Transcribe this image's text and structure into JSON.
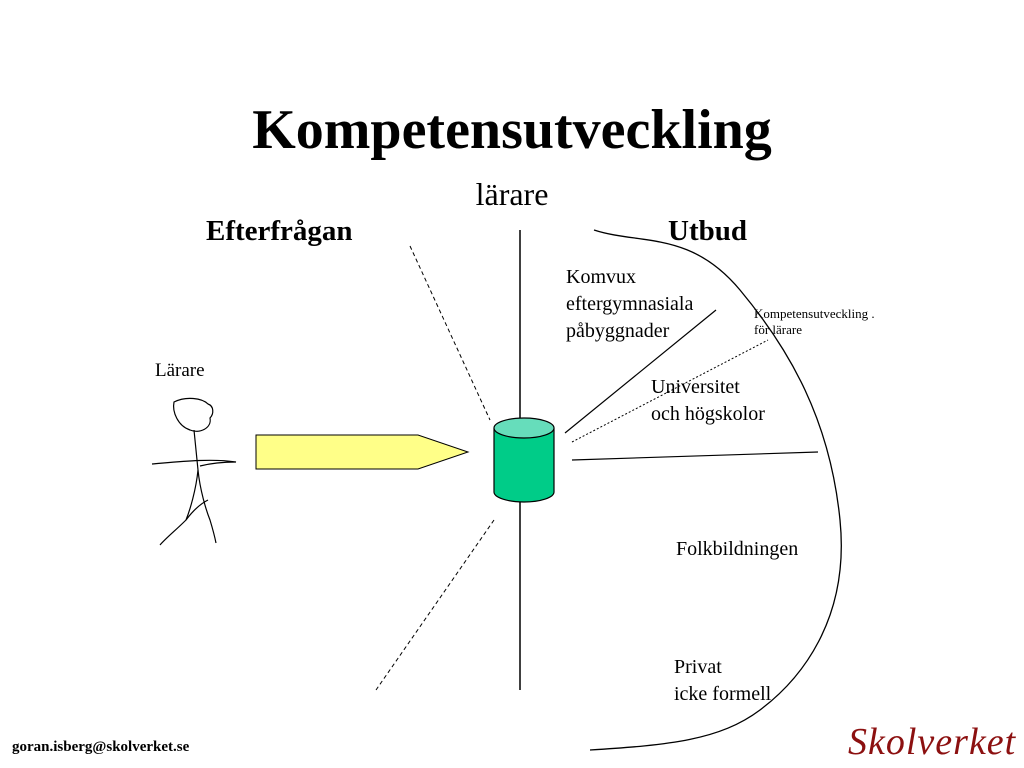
{
  "title": "Kompetensutveckling",
  "subtitle": "lärare",
  "headings": {
    "demand": "Efterfrågan",
    "supply": "Utbud"
  },
  "teacher_label": "Lärare",
  "providers": {
    "komvux": [
      "Komvux",
      "eftergymnasiala",
      "påbyggnader"
    ],
    "universitet": [
      "Universitet",
      "och högskolor"
    ],
    "folkbildning": [
      "Folkbildningen"
    ],
    "privat": [
      "Privat",
      "icke formell"
    ]
  },
  "small_note": [
    "Kompetensutveckling .",
    "för lärare"
  ],
  "footer": {
    "email": "goran.isberg@skolverket.se",
    "logo": "Skolverket"
  },
  "colors": {
    "arrow_fill": "#ffff88",
    "cylinder_fill": "#00cc88",
    "cylinder_top": "#66ddbb",
    "logo": "#8c1010"
  }
}
